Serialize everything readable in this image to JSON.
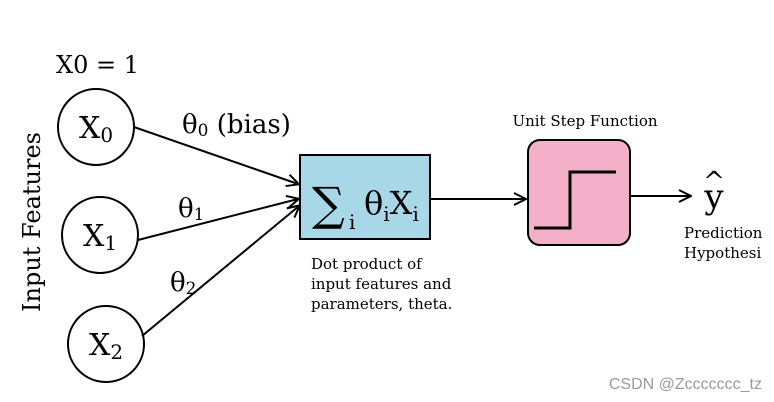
{
  "axis_label": "Input Features",
  "x0_eq": "X0 = 1",
  "nodes": [
    {
      "main": "X",
      "sub": "0"
    },
    {
      "main": "X",
      "sub": "1"
    },
    {
      "main": "X",
      "sub": "2"
    }
  ],
  "weights": [
    {
      "main": "θ",
      "sub": "0",
      "suffix": " (bias)"
    },
    {
      "main": "θ",
      "sub": "1",
      "suffix": ""
    },
    {
      "main": "θ",
      "sub": "2",
      "suffix": ""
    }
  ],
  "sum_box": {
    "sigma": "∑",
    "sigma_sub": "i",
    "theta": "θ",
    "theta_sub": "i",
    "x": "X",
    "x_sub": "i",
    "fill": "#a8d8e8"
  },
  "sum_caption": [
    "Dot product of",
    "input features and",
    "parameters, theta."
  ],
  "step_box": {
    "title": "Unit Step Function",
    "fill": "#f4b0c8"
  },
  "output": {
    "symbol": "y",
    "hat": "^",
    "caption": [
      "Prediction",
      "Hypothesi"
    ]
  },
  "watermark": "CSDN @Zccccccc_tz"
}
